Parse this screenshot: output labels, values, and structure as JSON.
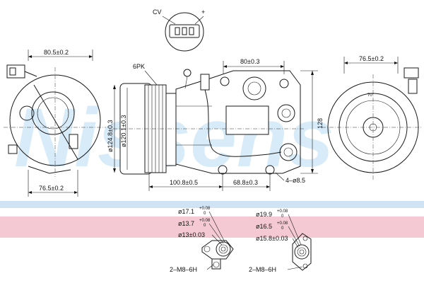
{
  "watermark": "Nissens",
  "colors": {
    "watermark": "#4da6e0",
    "band_blue": "#cfe3f4",
    "band_pink": "#f5c9d3"
  },
  "connector": {
    "label_cv": "CV",
    "label_plus": "+"
  },
  "left_view": {
    "top_dim": "80.5±0.2",
    "bottom_dim": "76.5±0.2"
  },
  "center_view": {
    "pulley_label": "6PK",
    "dia_outer": "ø124.8±0.3",
    "dia_inner": "ø120.1±0.3",
    "top_dim": "80±0.3",
    "bottom_dim_left": "100.8±0.5",
    "bottom_dim_right": "68.8±0.3",
    "holes": "4–ø8.5",
    "height": "128"
  },
  "right_view": {
    "top_dim": "76.5±0.2",
    "angle": "70°"
  },
  "port_left": {
    "d1": "ø17.1",
    "d1_tol_up": "+0.08",
    "d1_tol_down": "0",
    "d2": "ø13.7",
    "d2_tol_up": "+0.08",
    "d2_tol_down": "0",
    "d3": "ø13±0.03",
    "thread": "2–M8–6H"
  },
  "port_right": {
    "d1": "ø19.9",
    "d1_tol_up": "+0.08",
    "d1_tol_down": "0",
    "d2": "ø16.5",
    "d2_tol_up": "+0.08",
    "d2_tol_down": "0",
    "d3": "ø15.8±0.03",
    "thread": "2–M8–6H"
  }
}
